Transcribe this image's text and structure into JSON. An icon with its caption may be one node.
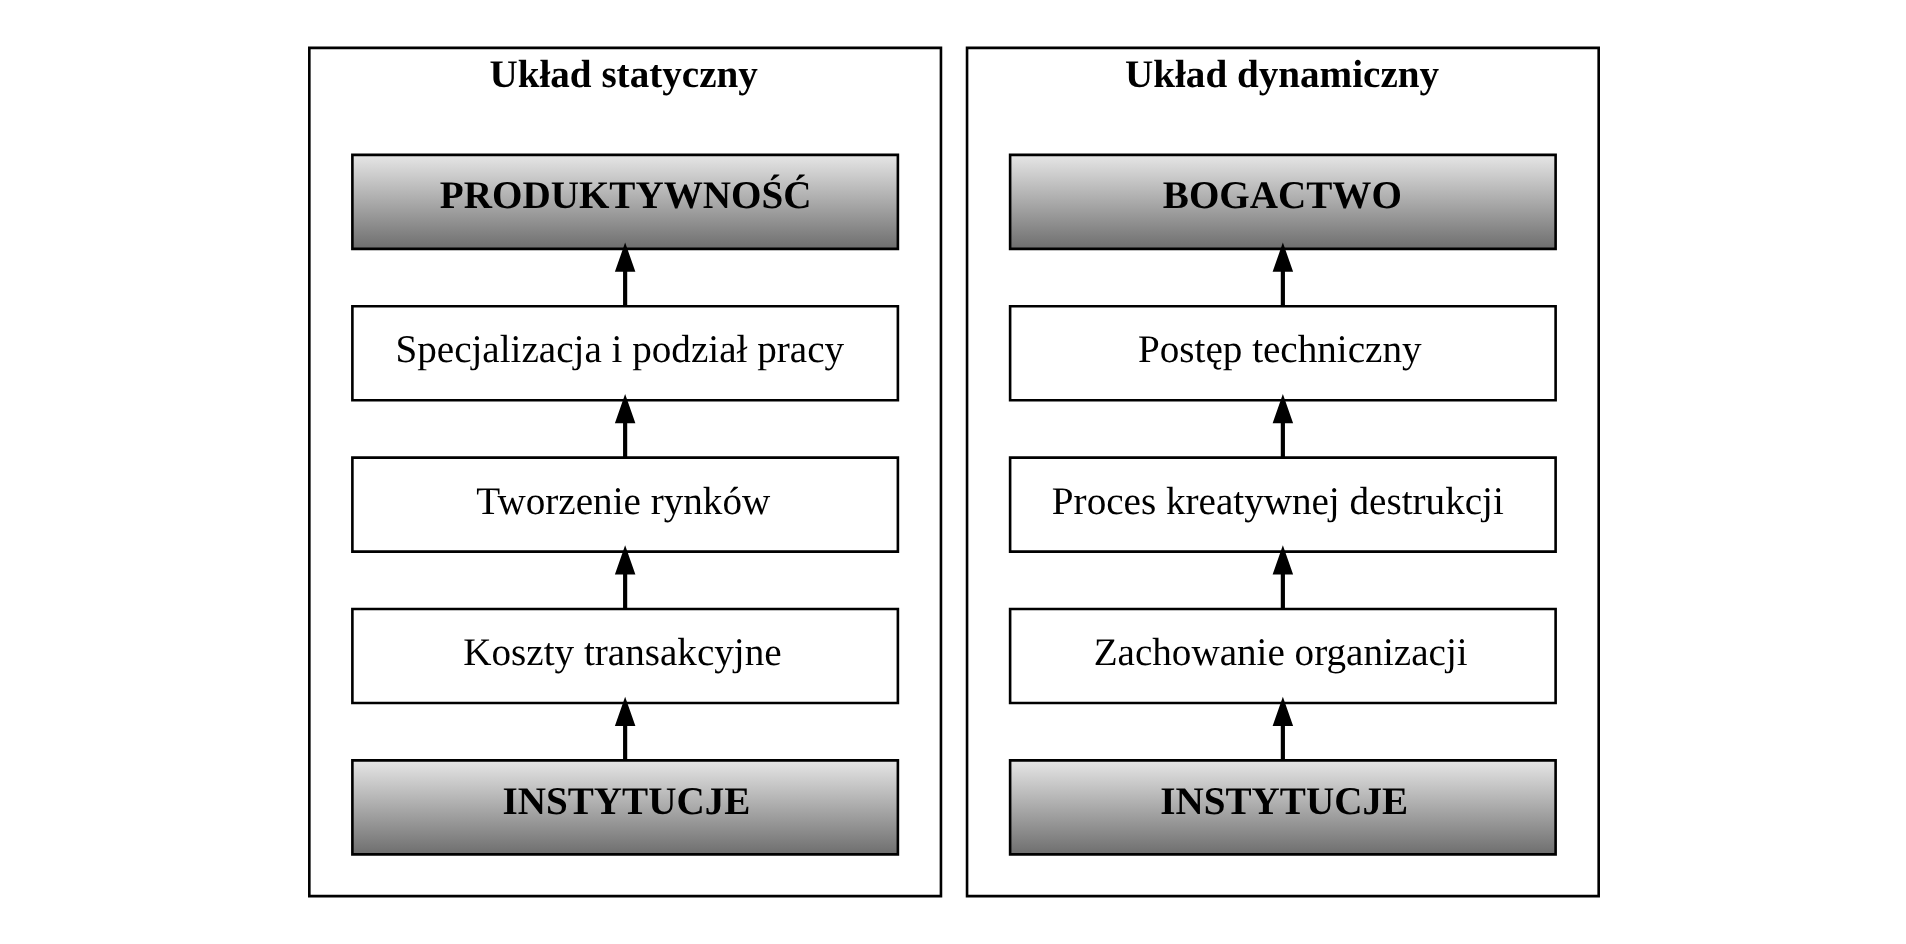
{
  "diagram": {
    "nodes": [
      {
        "text": [
          "Układ statyczny"
        ]
      },
      {
        "text": [
          "PRODUKTYWNOŚĆ"
        ],
        "in": 0
      },
      {
        "text": [
          "Specjalizacja i podział pracy"
        ],
        "in": 0
      },
      {
        "text": [
          "Tworzenie rynków"
        ],
        "in": 0
      },
      {
        "text": [
          "Koszty transakcyjne"
        ],
        "in": 0
      },
      {
        "text": [
          "INSTYTUCJE"
        ],
        "in": 0
      },
      {
        "text": [
          "Układ dynamiczny"
        ]
      },
      {
        "text": [
          "BOGACTWO"
        ],
        "in": 6
      },
      {
        "text": [
          "Postęp techniczny"
        ],
        "in": 6
      },
      {
        "text": [
          "Proces kreatywnej destrukcji"
        ],
        "in": 6
      },
      {
        "text": [
          "Zachowanie organizacji"
        ],
        "in": 6
      },
      {
        "text": [
          "INSTYTUCJE"
        ],
        "in": 6
      }
    ],
    "edges": [
      {
        "from": 5,
        "to": 4,
        "arrow": "to"
      },
      {
        "from": 4,
        "to": 3,
        "arrow": "to"
      },
      {
        "from": 3,
        "to": 2,
        "arrow": "to"
      },
      {
        "from": 2,
        "to": 1,
        "arrow": "to"
      },
      {
        "from": 11,
        "to": 10,
        "arrow": "to"
      },
      {
        "from": 10,
        "to": 9,
        "arrow": "to"
      },
      {
        "from": 9,
        "to": 8,
        "arrow": "to"
      },
      {
        "from": 8,
        "to": 7,
        "arrow": "to"
      }
    ]
  }
}
